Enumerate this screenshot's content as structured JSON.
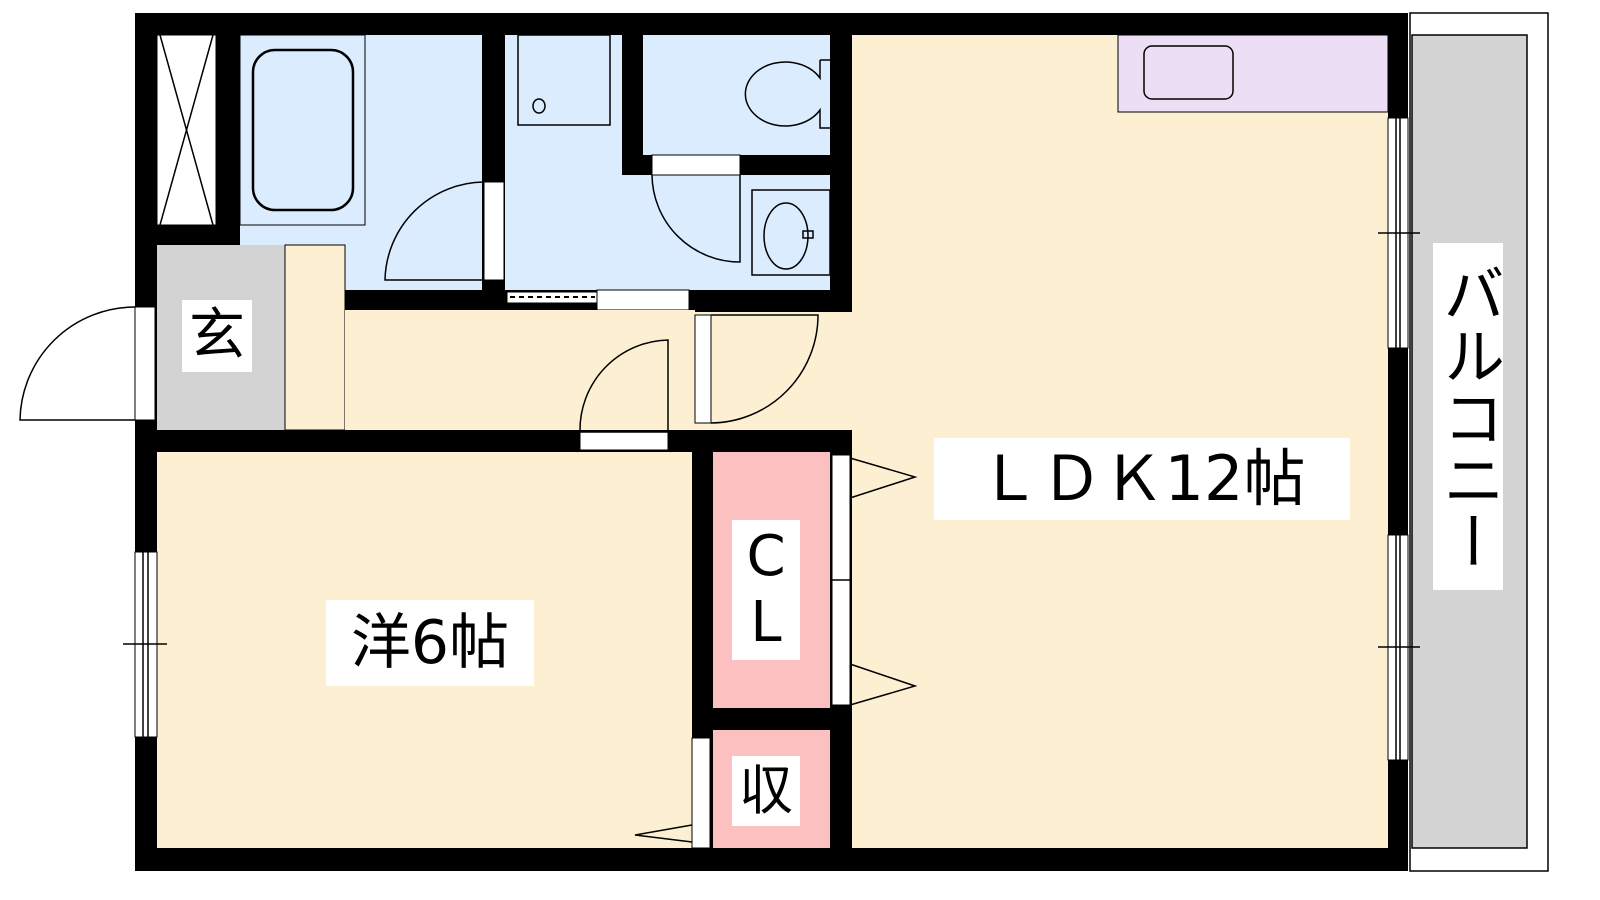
{
  "floor_plan": {
    "rooms": {
      "entrance": "玄",
      "ldk": "ＬＤＫ12帖",
      "western_room": "洋6帖",
      "closet_c": "C",
      "closet_l": "L",
      "storage": "収",
      "balcony": "バルコニー"
    },
    "colors": {
      "wet_area": "#dbecff",
      "living": "#fdf0d2",
      "entrance": "#d3d3d3",
      "closet": "#fcc0c0",
      "kitchen": "#ecdff5",
      "wall": "#000000"
    }
  }
}
